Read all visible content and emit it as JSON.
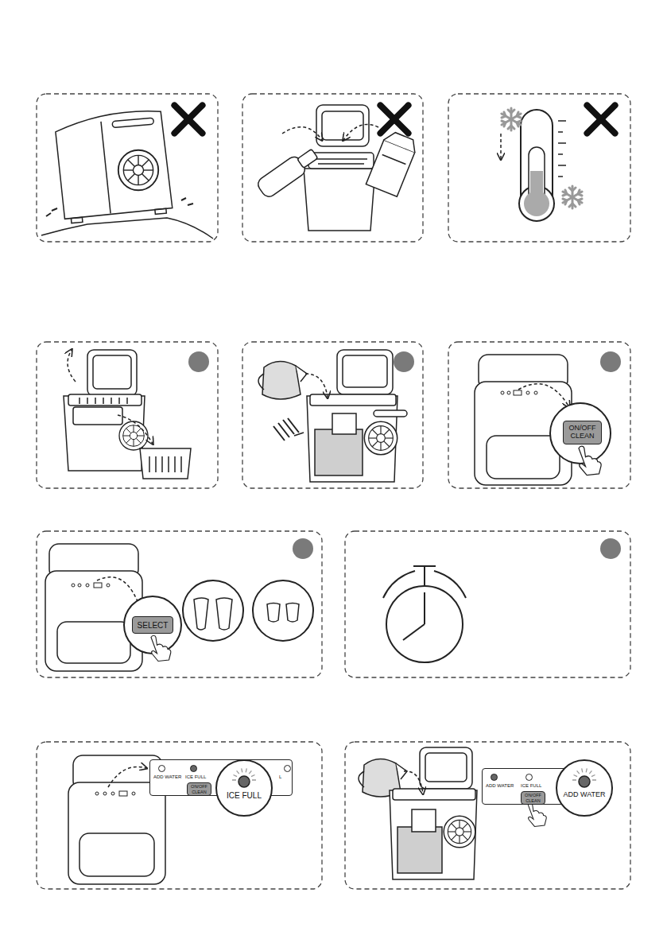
{
  "diagram": {
    "nodes": [
      {
        "text": [
          "ON/OFF CLEAN"
        ]
      },
      {
        "text": [
          "SELECT"
        ]
      },
      {
        "text": [
          "ADD WATER",
          "ICE FULL",
          "L"
        ]
      },
      {
        "text": [
          "ON/OFF CLEAN"
        ],
        "in": 2
      },
      {
        "text": [
          "ICE FULL"
        ]
      },
      {
        "text": [
          "ADD WATER",
          "ICE FULL"
        ]
      },
      {
        "text": [
          "ON/OFF CLEAN"
        ],
        "in": 5
      },
      {
        "text": [
          "ADD WATER"
        ]
      }
    ]
  }
}
